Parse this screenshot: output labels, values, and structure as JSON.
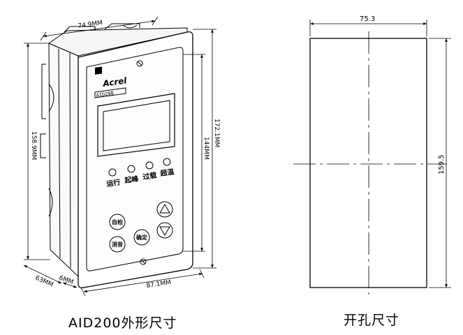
{
  "device": {
    "brand": "Acrel",
    "model": "AID200",
    "indicators": [
      "运行",
      "起峰",
      "过载",
      "超温"
    ],
    "buttons": {
      "self_check": "自检",
      "clear": "消音",
      "confirm": "确定"
    },
    "dimensions": {
      "top_width": "74.9MM",
      "left_height": "158.9MM",
      "right_total_height": "172.1MM",
      "right_panel_height": "144MM",
      "bottom_depth": "63MM",
      "bottom_gap": "6MM",
      "bottom_width": "87.1MM"
    },
    "caption": "AID200外形尺寸"
  },
  "cutout": {
    "width": "75.3",
    "height": "159.5",
    "caption": "开孔尺寸"
  }
}
